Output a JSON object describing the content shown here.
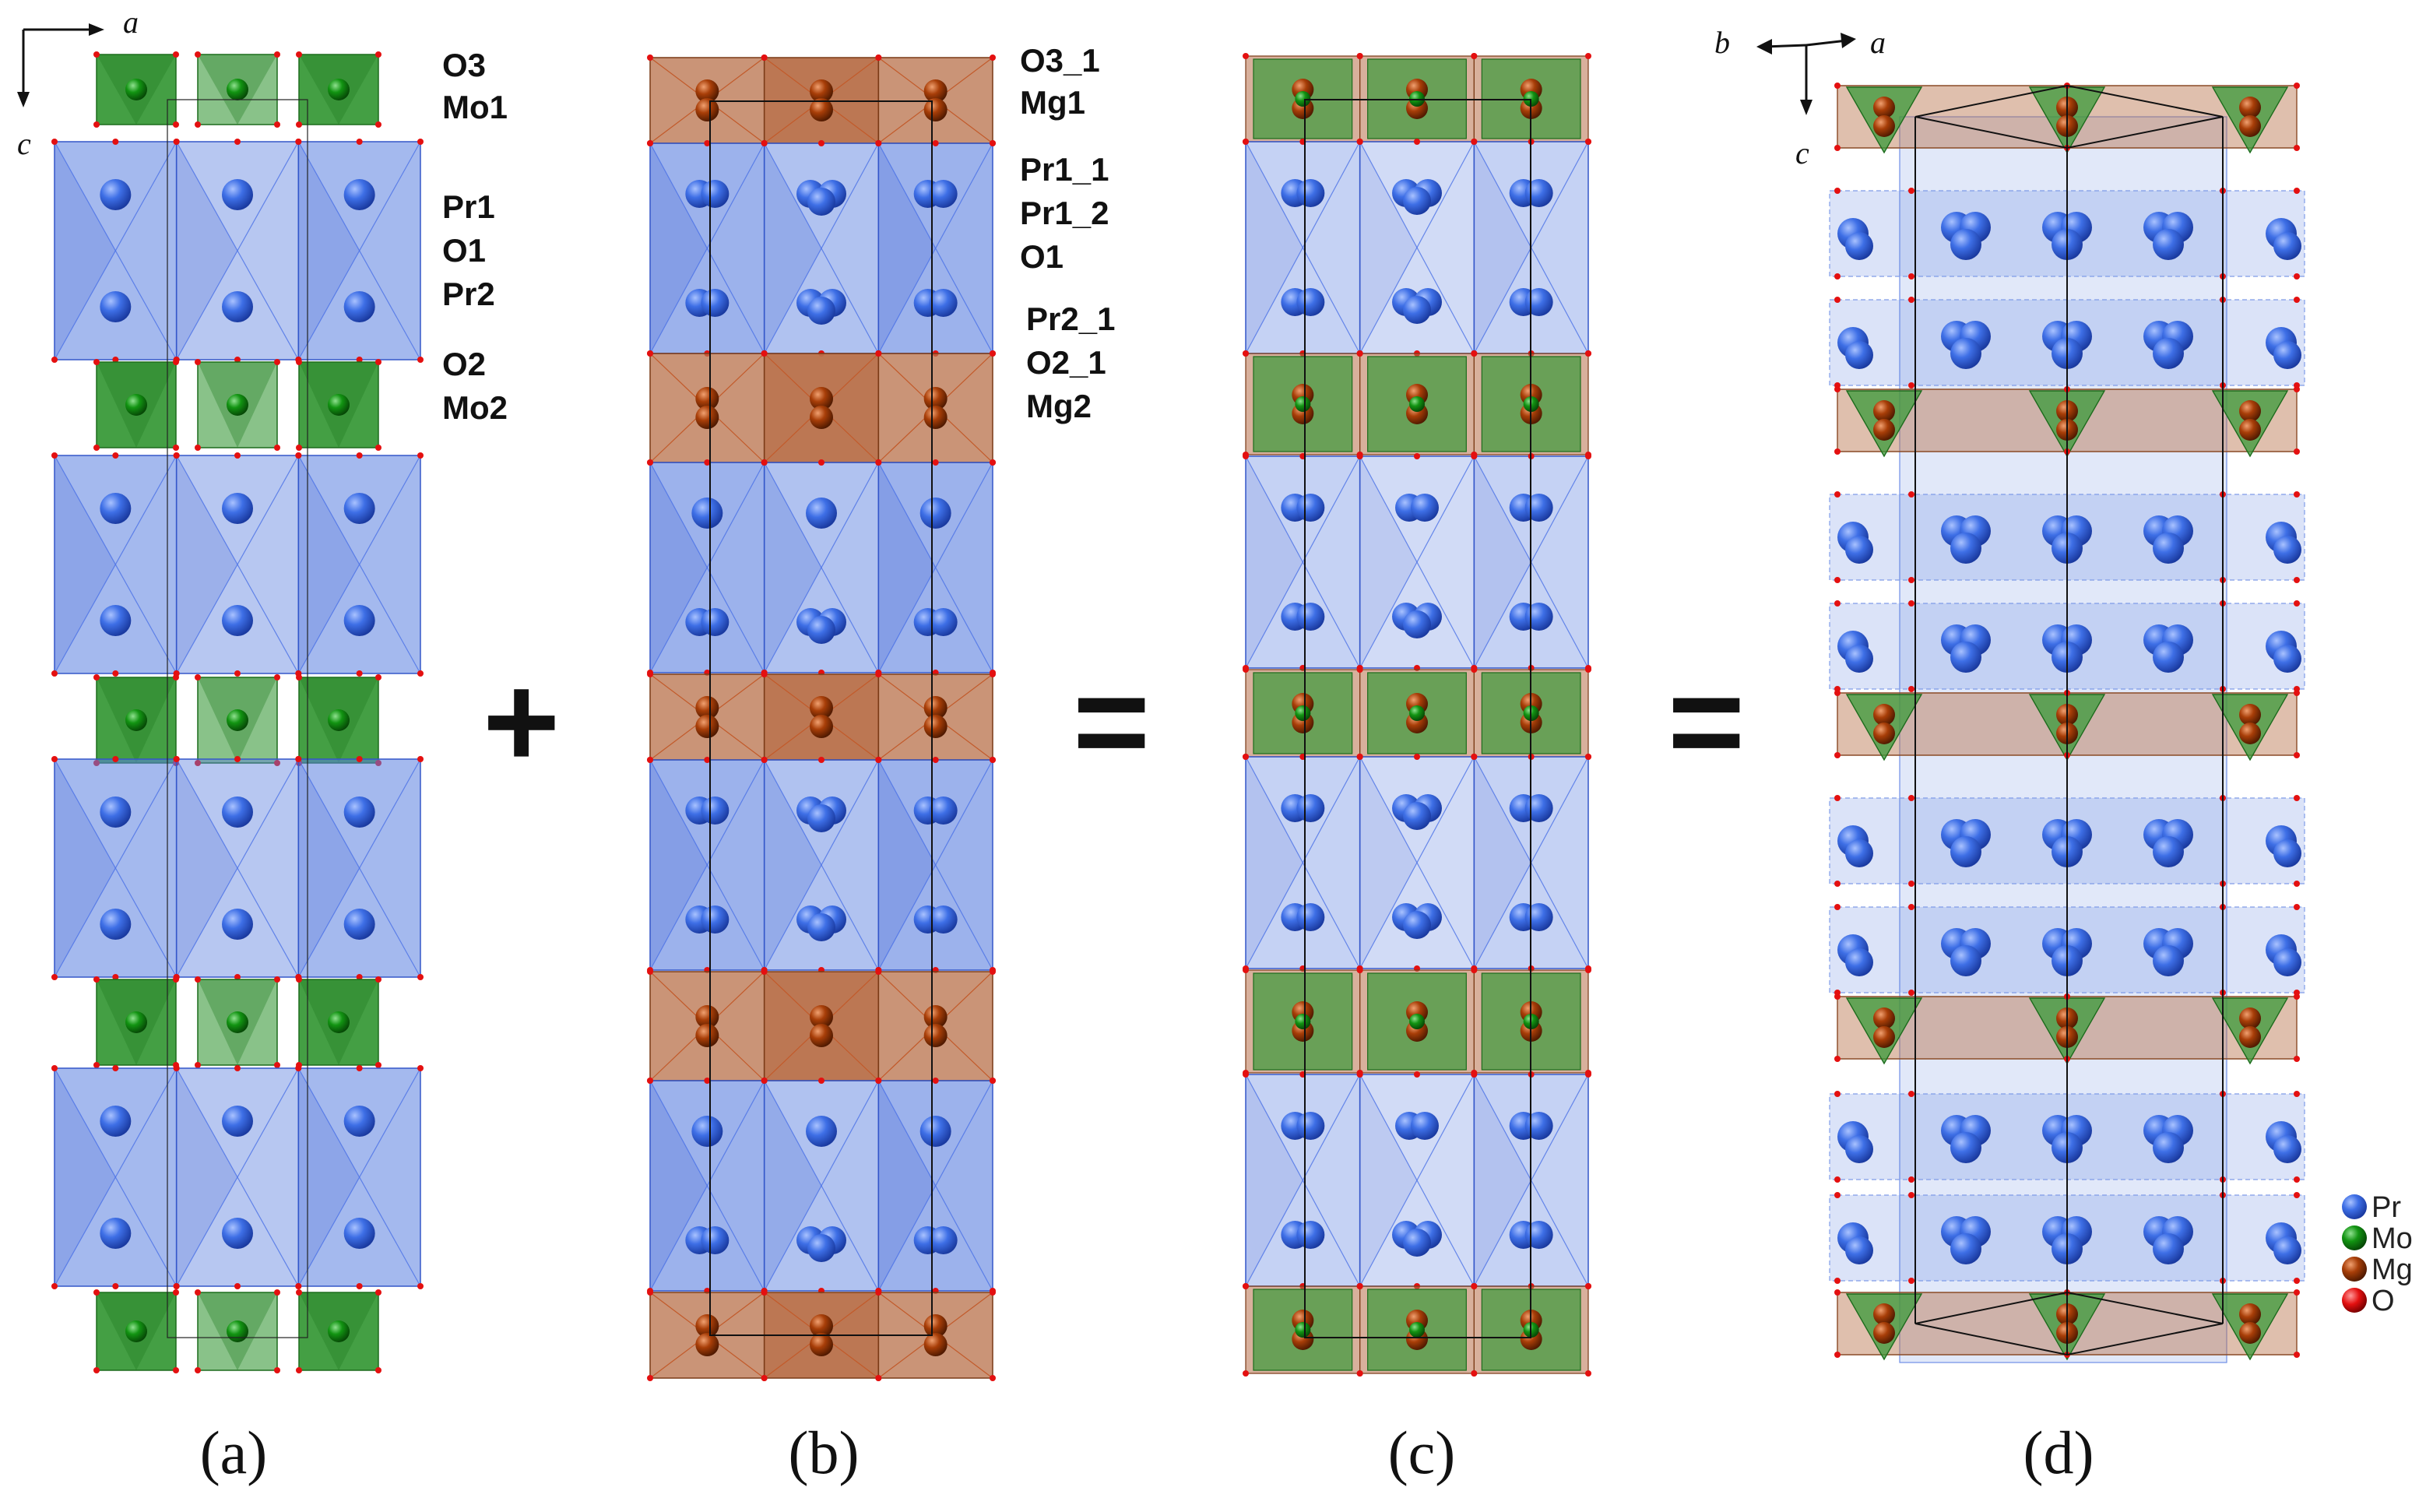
{
  "panels": {
    "a": {
      "caption": "(a)",
      "axes": {
        "horizontal": "a",
        "vertical": "c"
      },
      "labels": [
        "O3",
        "Mo1",
        "Pr1",
        "O1",
        "Pr2",
        "O2",
        "Mo2"
      ]
    },
    "b": {
      "caption": "(b)",
      "labels": [
        "O3_1",
        "Mg1",
        "Pr1_1",
        "Pr1_2",
        "O1",
        "Pr2_1",
        "O2_1",
        "Mg2"
      ]
    },
    "c": {
      "caption": "(c)"
    },
    "d": {
      "caption": "(d)",
      "axes": {
        "left": "b",
        "right": "a",
        "vertical": "c"
      }
    }
  },
  "operators": {
    "plus": "+",
    "equals_1": "=",
    "equals_2": "="
  },
  "legend": [
    {
      "label": "Pr",
      "color": "#2f62e0"
    },
    {
      "label": "Mo",
      "color": "#0f8a10"
    },
    {
      "label": "Mg",
      "color": "#a03a08"
    },
    {
      "label": "O",
      "color": "#e41010"
    }
  ],
  "colors": {
    "pr_polyhedron": "#5a7fe0",
    "mo_polyhedron": "#3a9a3a",
    "mg_polyhedron": "#b8704a",
    "pr_atom": "#2f62e0",
    "mo_atom": "#0f8a10",
    "mg_atom": "#a03a08",
    "o_atom": "#e41010"
  }
}
